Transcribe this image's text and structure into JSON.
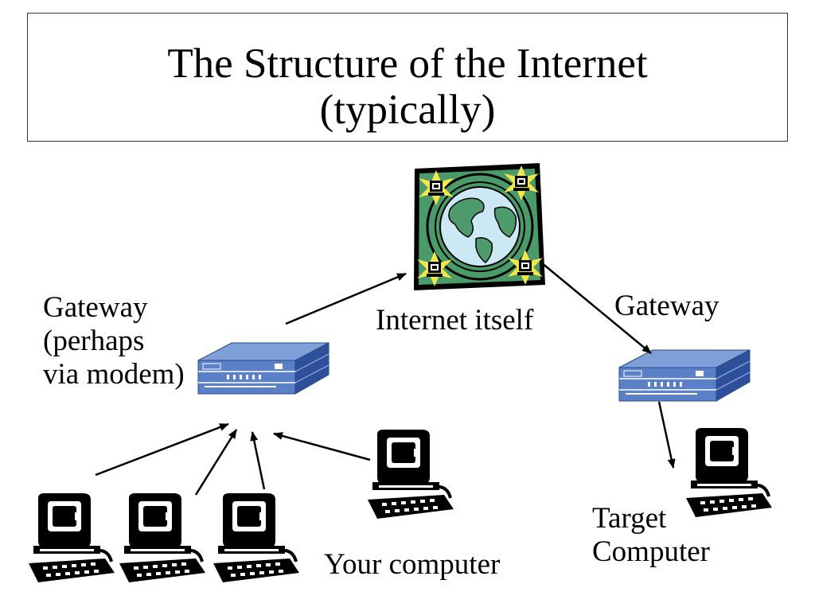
{
  "slide": {
    "title_line1": "The Structure of the Internet",
    "title_line2": "(typically)"
  },
  "labels": {
    "gateway_left_line1": "Gateway",
    "gateway_left_line2": "(perhaps",
    "gateway_left_line3": "via modem)",
    "internet": "Internet itself",
    "gateway_right": "Gateway",
    "your_computer": "Your computer",
    "target_line1": "Target",
    "target_line2": "Computer"
  },
  "icons": {
    "internet": "globe-network-icon",
    "gateway": "router-icon",
    "computer": "computer-icon"
  },
  "colors": {
    "router_top": "#7f9fd8",
    "router_front": "#5c80c8",
    "router_side": "#2e4f9a",
    "globe_border": "#4a9a6a",
    "globe_ocean": "#cde8f5",
    "globe_land": "#4d9b6d",
    "node_glow": "#f3e84a"
  }
}
